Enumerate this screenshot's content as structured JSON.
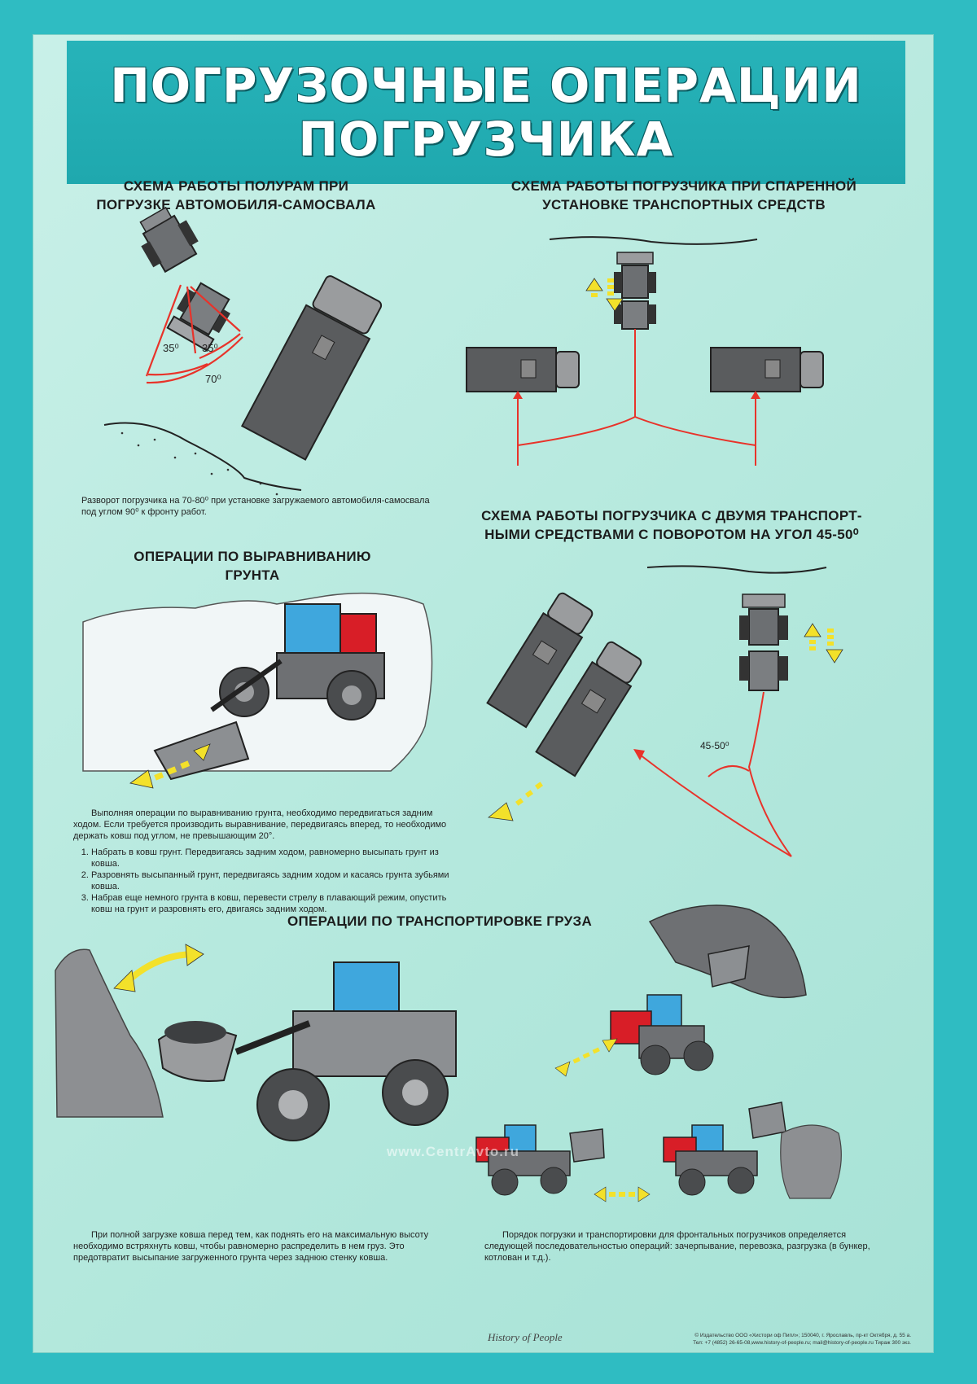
{
  "title": {
    "line1": "ПОГРУЗОЧНЫЕ ОПЕРАЦИИ",
    "line2": "ПОГРУЗЧИКА"
  },
  "section_half_turn": {
    "title_line1": "СХЕМА РАБОТЫ ПОЛУРАМ ПРИ",
    "title_line2": "ПОГРУЗКЕ АВТОМОБИЛЯ-САМОСВАЛА",
    "angle_a": "35⁰",
    "angle_b": "35⁰",
    "angle_total": "70⁰",
    "caption_line1": "Разворот погрузчика на 70-80⁰ при установке загружаемого автомобиля-самосвала",
    "caption_line2": "под углом 90⁰ к фронту работ."
  },
  "section_paired": {
    "title_line1": "СХЕМА РАБОТЫ ПОГРУЗЧИКА ПРИ СПАРЕННОЙ",
    "title_line2": "УСТАНОВКЕ ТРАНСПОРТНЫХ СРЕДСТВ"
  },
  "section_two_vehicles": {
    "title_line1": "СХЕМА РАБОТЫ ПОГРУЗЧИКА С ДВУМЯ ТРАНСПОРТ-",
    "title_line2": "НЫМИ СРЕДСТВАМИ С ПОВОРОТОМ НА УГОЛ 45-50⁰",
    "angle_label": "45-50⁰"
  },
  "section_leveling": {
    "title_line1": "ОПЕРАЦИИ ПО ВЫРАВНИВАНИЮ",
    "title_line2": "ГРУНТА",
    "intro": "Выполняя операции по выравниванию грунта, необходимо передвигаться задним ходом. Если требуется производить выравнивание, передвигаясь вперед, то необходимо держать ковш под углом, не превышающим 20°.",
    "steps": [
      "Набрать в ковш грунт. Передвигаясь задним ходом, равномерно высыпать грунт из ковша.",
      "Разровнять высыпанный грунт, передвигаясь задним ходом и касаясь грунта зубьями ковша.",
      "Набрав еще немного грунта в ковш, перевести стрелу в плавающий режим, опустить ковш на грунт и разровнять его, двигаясь задним ходом."
    ]
  },
  "section_transport": {
    "title": "ОПЕРАЦИИ ПО ТРАНСПОРТИРОВКЕ ГРУЗА",
    "caption_left": "При полной загрузке ковша перед тем, как поднять его на максимальную высоту необходимо встряхнуть ковш, чтобы равномерно распределить в нем груз. Это предотвратит высыпание загруженного грунта через заднюю стенку ковша.",
    "caption_right": "Порядок погрузки и транспортировки для фронтальных погрузчиков определяется следующей последовательностью операций: зачерпывание, перевозка, разгрузка (в бункер, котлован и т.д.)."
  },
  "watermark": "www.CentrAvto.ru",
  "footer": {
    "logo": "History of People",
    "line1": "© Издательство ООО «Хистори оф Пипл»; 150040, г. Ярославль, пр-кт Октября, д. 55 а.",
    "line2": "Тел: +7 (4852) 26-65-08,www.history-of-people.ru; mail@history-of-people.ru Тираж 300 экз."
  },
  "colors": {
    "background": "#2fbcc2",
    "poster": "#b6e9de",
    "title_band": "#1fa8ae",
    "arrow_red": "#e8332a",
    "arrow_yellow": "#f3e12a",
    "truck_gray": "#5a5c5e",
    "cab_red": "#d81e27",
    "cab_blue": "#3fa7dd"
  }
}
